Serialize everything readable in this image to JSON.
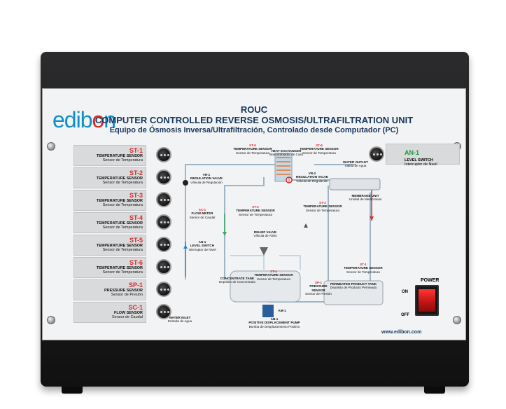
{
  "brand": {
    "logo_text": "edibon",
    "logo_color": "#0f8fc9",
    "accent_color": "#d62b2b"
  },
  "header": {
    "model": "ROUC",
    "title_en": "COMPUTER CONTROLLED REVERSE OSMOSIS/ULTRAFILTRATION UNIT",
    "title_es": "Equipo de Ósmosis Inversa/Ultrafiltración, Controlado desde Computador (PC)"
  },
  "sensors": [
    {
      "id": "ST-1",
      "name_en": "TEMPERATURE SENSOR",
      "name_es": "Sensor de Temperatura"
    },
    {
      "id": "ST-2",
      "name_en": "TEMPERATURE SENSOR",
      "name_es": "Sensor de Temperatura"
    },
    {
      "id": "ST-3",
      "name_en": "TEMPERATURE SENSOR",
      "name_es": "Sensor de Temperatura"
    },
    {
      "id": "ST-4",
      "name_en": "TEMPERATURE SENSOR",
      "name_es": "Sensor de Temperatura"
    },
    {
      "id": "ST-5",
      "name_en": "TEMPERATURE SENSOR",
      "name_es": "Sensor de Temperatura"
    },
    {
      "id": "ST-6",
      "name_en": "TEMPERATURE SENSOR",
      "name_es": "Sensor de Temperatura"
    },
    {
      "id": "SP-1",
      "name_en": "PRESSURE SENSOR",
      "name_es": "Sensor de Presión"
    },
    {
      "id": "SC-1",
      "name_en": "FLOW SENSOR",
      "name_es": "Sensor de Caudal"
    }
  ],
  "level_switch": {
    "id": "AN-1",
    "name_en": "LEVEL SWITCH",
    "name_es": "Interruptor de Nivel"
  },
  "diagram": {
    "st5": {
      "id": "ST-5",
      "en": "TEMPERATURE SENSOR",
      "es": "Sensor de Temperatura"
    },
    "hx": {
      "en": "HEAT EXCHANGER",
      "es": "Intercambiador de Calor"
    },
    "st6": {
      "id": "ST-6",
      "en": "TEMPERATURE SENSOR",
      "es": "Sensor de Temperatura"
    },
    "water_outlet": {
      "en": "WATER OUTLET",
      "es": "Salida de Agua"
    },
    "vr1": {
      "id": "VR-1",
      "en": "REGULATION VALVE",
      "es": "Válvula de Regulación"
    },
    "vr2": {
      "id": "VR-2",
      "en": "REGULATION VALVE",
      "es": "Válvula de Regulación"
    },
    "membrane": {
      "en": "MEMBRANE UNIT",
      "es": "Unidad de Membranas"
    },
    "sc1": {
      "id": "SC-1",
      "en": "FLOW METER",
      "es": "Sensor de Caudal"
    },
    "st2": {
      "id": "ST-2",
      "en": "TEMPERATURE SENSOR",
      "es": "Sensor de Temperatura"
    },
    "st3": {
      "id": "ST-3",
      "en": "TEMPERATURE SENSOR",
      "es": "Sensor de Temperatura"
    },
    "relief": {
      "en": "RELIEF VALVE",
      "es": "Válvula de Alivio"
    },
    "an1": {
      "id": "AN-1",
      "en": "LEVEL SWITCH",
      "es": "Interruptor de Nivel"
    },
    "st1": {
      "id": "ST-1",
      "en": "TEMPERATURE SENSOR",
      "es": "Sensor de Temperatura"
    },
    "concentrate": {
      "en": "CONCENTRATE TANK",
      "es": "Depósito de Concentrado"
    },
    "st4": {
      "id": "ST-4",
      "en": "TEMPERATURE SENSOR",
      "es": "Sensor de Temperatura"
    },
    "permeated": {
      "en": "PERMEATED PRODUCT TANK",
      "es": "Depósito de Producto Permeado"
    },
    "sp1": {
      "id": "SP-1",
      "en": "PRESSURE SENSOR",
      "es": "Sensor de Presión"
    },
    "am1": {
      "id": "AM-1"
    },
    "ab1": {
      "id": "AB-1",
      "en": "POSITIVE DISPLACEMENT PUMP",
      "es": "Bomba de Desplazamiento Positivo"
    },
    "water_inlet": {
      "en": "WATER INLET",
      "es": "Entrada de Agua"
    }
  },
  "power": {
    "label": "POWER",
    "on": "ON",
    "off": "OFF",
    "rocker_color": "#e01f1f"
  },
  "footer": {
    "website": "www.edibon.com"
  }
}
